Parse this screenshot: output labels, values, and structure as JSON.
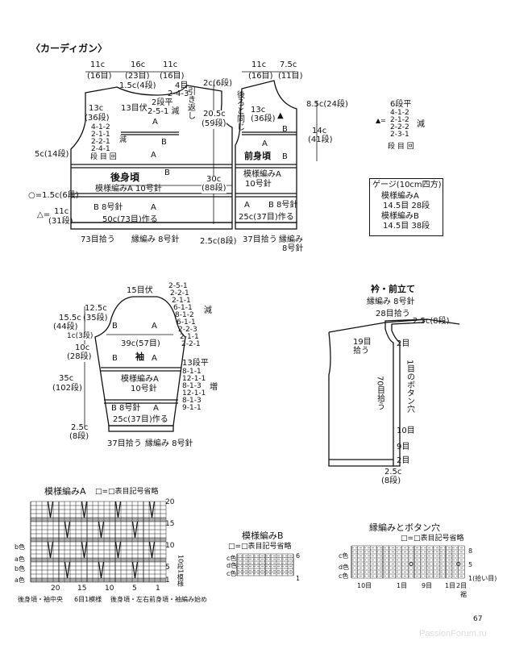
{
  "title": "〈カーディガン〉",
  "page_number": "67",
  "watermark": "PassionForum.ru",
  "back": {
    "name": "後身頃",
    "pattern": "模様編みA  10号針",
    "top_w": [
      "11c",
      "16c",
      "11c"
    ],
    "top_s": [
      "(16目)",
      "(23目)",
      "(16目)"
    ],
    "neck_h": "1.5c(4段)",
    "bind": "13目伏",
    "hold": "4目",
    "short_rows": "2-4-3",
    "short_label": "引き返し",
    "neck1": "2段平",
    "neck2": "2-5-1 減",
    "armhole_h": "13c",
    "armhole_r": "(36段)",
    "dec": [
      "4-1-2",
      "2-1-1",
      "2-2-1",
      "2-4-1"
    ],
    "dec_label": "減",
    "dec_head": "段 目 回",
    "side5": "5c(14段)",
    "circ": "○=1.5c(6段)",
    "tri": "△=",
    "tri_v": "11c",
    "tri_r": "(31段)",
    "cast": "50c(73目)作る",
    "pick": "73目拾う",
    "rib": "縁編み  8号針",
    "b8": "B 8号針",
    "A": "A",
    "B": "B"
  },
  "vertical": {
    "shoulder": "2c(6段)",
    "arm": "20.5c",
    "arm_r": "(59段)",
    "body": "30c",
    "body_r": "(88段)",
    "rib": "2.5c(8段)"
  },
  "front": {
    "name": "前身頃",
    "top_w": [
      "11c",
      "7.5c"
    ],
    "top_s": [
      "(16目)",
      "(11目)"
    ],
    "same": "後ろと同じ",
    "armhole_h": "13c",
    "armhole_r": "(36段)",
    "neck_v": "8.5c(24段)",
    "side": "14c",
    "side_r": "(41段)",
    "pattern1": "模様編みA",
    "pattern2": "10号針",
    "b8": "B 8号針",
    "cast": "25c(37目)作る",
    "pick": "37目拾う",
    "rib1": "縁編み",
    "rib2": "8号針",
    "A": "A",
    "B": "B"
  },
  "neck_dec": {
    "head": "6段平",
    "sym": "▲=",
    "rows": [
      "4-1-2",
      "2-1-2",
      "2-2-2",
      "2-3-1"
    ],
    "label": "減",
    "foot": "段 目 回"
  },
  "gauge": {
    "title": "ゲージ(10cm四方)",
    "a": "模様編みA",
    "a_v": "14.5目 28段",
    "b": "模様編みB",
    "b_v": "14.5目 38段"
  },
  "sleeve": {
    "name": "袖",
    "bind": "15目伏",
    "cap_h": "12.5c",
    "cap_r": "(35段)",
    "total": "15.5c",
    "total_r": "(44段)",
    "one": "1c(3段)",
    "ten": "10c",
    "ten_r": "(28段)",
    "len": "35c",
    "len_r": "(102段)",
    "rib": "2.5c",
    "rib_r": "(8段)",
    "width": "39c(57目)",
    "cap_dec": [
      "2-5-1",
      "2-2-1",
      "2-1-1",
      "6-1-1",
      "8-1-2",
      "6-1-1",
      "2-2-3",
      "2-1-1",
      "2-2-1"
    ],
    "cap_label": "減",
    "flat": "13段平",
    "inc": [
      "8-1-1",
      "12-1-1",
      "8-1-3",
      "12-1-1",
      "8-1-3",
      "9-1-1"
    ],
    "inc_label": "増",
    "pattern1": "模様編みA",
    "pattern2": "10号針",
    "b8": "B 8号針",
    "cast": "25c(37目)作る",
    "pick": "37目拾う",
    "rib_label": "縁編み 8号針",
    "A": "A",
    "B": "B"
  },
  "collar": {
    "title": "衿・前立て",
    "sub": "縁編み  8号針",
    "pick28": "28目拾う",
    "w": "2.5c(8段)",
    "pick19a": "19目",
    "pick19b": "拾う",
    "two": "2目",
    "btn": "1目のボタン穴",
    "pick70": "70目拾う",
    "ten": "10目",
    "nine": "9目",
    "two_b": "2目",
    "bottom": "2.5c",
    "bottom_r": "(8段)"
  },
  "chartA": {
    "title": "模様編みA",
    "legend": "□=□表目記号省略",
    "rows_r": [
      "20",
      "15",
      "10",
      "5",
      "1"
    ],
    "cols": [
      "20",
      "15",
      "10",
      "5",
      "1"
    ],
    "colors": [
      "b色",
      "a色",
      "b色",
      "a色"
    ],
    "repeat_r": "10段1模様",
    "repeat_c": "6目1模様",
    "note1": "後身頃・袖中央",
    "note2": "後身頃・左右前身頃・袖編み始め"
  },
  "chartB": {
    "title": "模様編みB",
    "legend": "□=□表目記号省略",
    "colors": [
      "c色",
      "d色",
      "c色"
    ],
    "rows_r": [
      "6",
      "1"
    ]
  },
  "chartC": {
    "title": "縁編みとボタン穴",
    "legend": "□=□表目記号省略",
    "colors": [
      "c色",
      "d色",
      "c色"
    ],
    "rows_r": [
      "8",
      "5",
      "1(拾い目)"
    ],
    "cols": [
      "10目",
      "1目",
      "9目",
      "1目",
      "2目"
    ],
    "bottom": "裾"
  }
}
